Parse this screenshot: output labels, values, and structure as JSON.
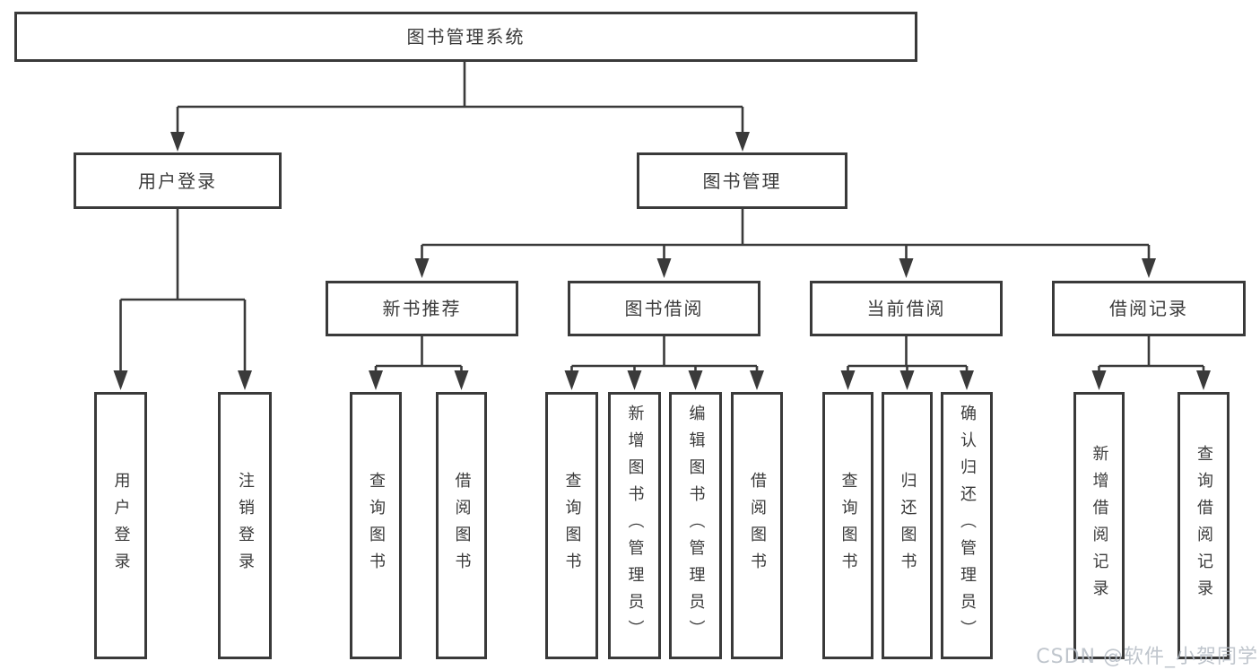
{
  "colors": {
    "line": "#3a3a3a",
    "text": "#3b3b3b",
    "background": "#ffffff",
    "watermark": "#b4bbc4"
  },
  "watermark": "CSDN @软件_小贺同学",
  "nodes": {
    "root": "图书管理系统",
    "user_login": "用户登录",
    "book_management": "图书管理",
    "new_book_recommend": "新书推荐",
    "book_borrow": "图书借阅",
    "current_borrow": "当前借阅",
    "borrow_records": "借阅记录",
    "leaves": {
      "user": [
        "用户登录",
        "注销登录"
      ],
      "new_books": [
        "查询图书",
        "借阅图书"
      ],
      "borrow": [
        "查询图书",
        "新增图书（管理员）",
        "编辑图书（管理员）",
        "借阅图书"
      ],
      "current": [
        "查询图书",
        "归还图书",
        "确认归还（管理员）"
      ],
      "records": [
        "新增借阅记录",
        "查询借阅记录"
      ]
    }
  }
}
